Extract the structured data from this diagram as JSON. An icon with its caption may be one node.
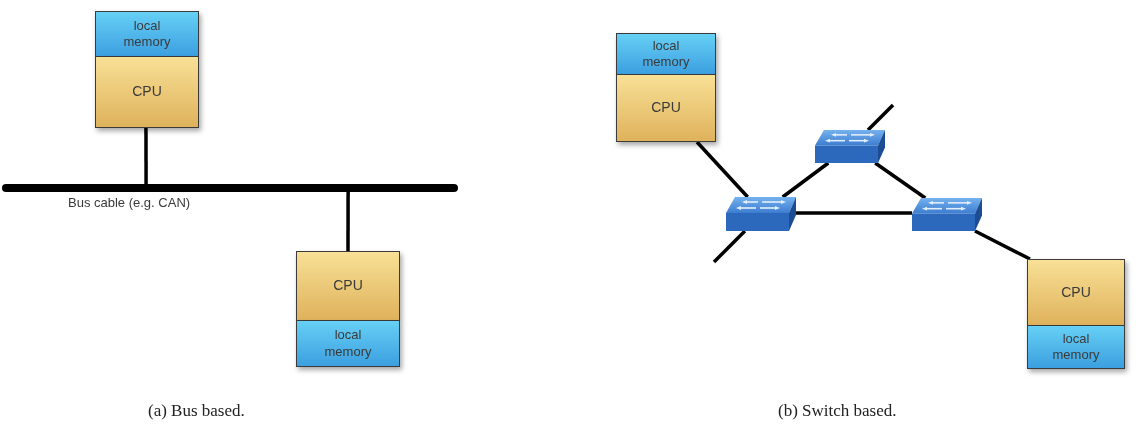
{
  "diagram": {
    "nodes": [
      {
        "text": [
          "local memory"
        ]
      },
      {
        "text": [
          "CPU"
        ]
      },
      {
        "text": [],
        "shape": "bar",
        "beside": [
          "Bus cable (e.g. CAN)"
        ]
      },
      {
        "text": [
          "CPU"
        ]
      },
      {
        "text": [
          "local memory"
        ]
      },
      {
        "text": [
          "local memory"
        ]
      },
      {
        "text": [
          "CPU"
        ]
      },
      {
        "text": [],
        "shape": "picture"
      },
      {
        "text": [],
        "shape": "picture"
      },
      {
        "text": [],
        "shape": "picture"
      },
      {
        "text": [
          "CPU"
        ]
      },
      {
        "text": [
          "local memory"
        ]
      }
    ],
    "edges": [
      {
        "from": 1,
        "to": 2,
        "arrow": "none"
      },
      {
        "from": 2,
        "to": 3,
        "arrow": "none"
      },
      {
        "from": 6,
        "to": 8,
        "arrow": "none"
      },
      {
        "from": 7,
        "to": null,
        "arrow": "none"
      },
      {
        "from": 8,
        "to": 7,
        "arrow": "none"
      },
      {
        "from": 7,
        "to": 9,
        "arrow": "none"
      },
      {
        "from": 8,
        "to": 9,
        "arrow": "none"
      },
      {
        "from": 8,
        "to": null,
        "arrow": "none"
      },
      {
        "from": 9,
        "to": 10,
        "arrow": "none"
      }
    ],
    "labels": [
      "(a) Bus based.",
      "(b) Switch based."
    ]
  }
}
